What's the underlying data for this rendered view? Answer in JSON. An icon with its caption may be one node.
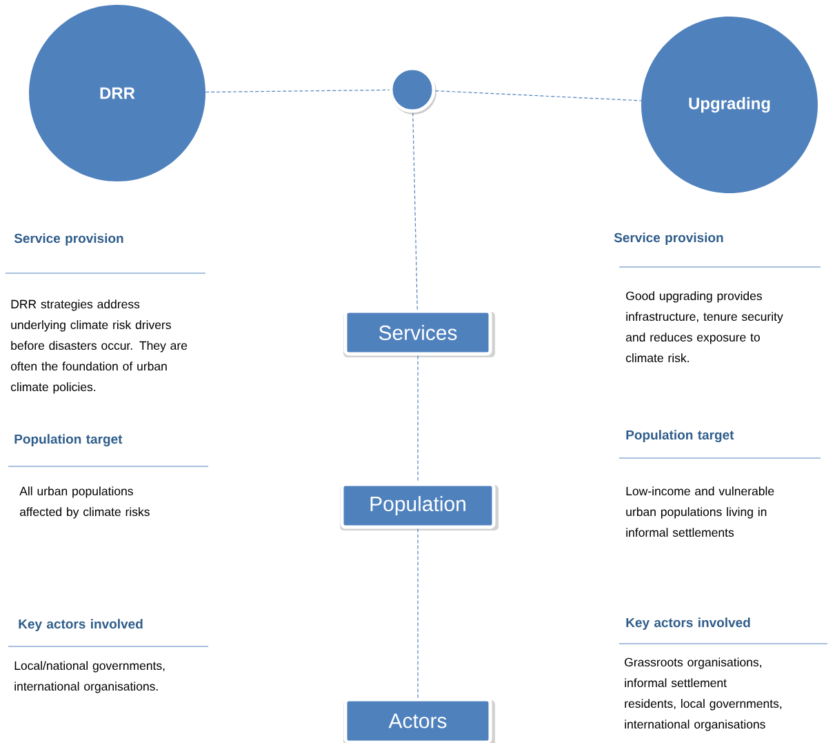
{
  "diagram": {
    "nodes": [
      {
        "text": [
          "DRR"
        ]
      },
      {
        "text": [],
        "shape": "circle"
      },
      {
        "text": [
          "Upgrading"
        ]
      },
      {
        "text": [
          "Services"
        ]
      },
      {
        "text": [
          "Population"
        ]
      },
      {
        "text": [
          "Actors"
        ]
      }
    ],
    "edges": [
      {
        "from": 0,
        "to": 1,
        "arrow": "none",
        "style": "dashed"
      },
      {
        "from": 1,
        "to": 2,
        "arrow": "none",
        "style": "dashed"
      },
      {
        "from": 1,
        "to": 3,
        "arrow": "none",
        "style": "dashed"
      },
      {
        "from": 3,
        "to": 4,
        "arrow": "none",
        "style": "dashed"
      },
      {
        "from": 4,
        "to": 5,
        "arrow": "none",
        "style": "dashed"
      }
    ],
    "labels": [
      "Service provision",
      "Service provision",
      "DRR strategies address underlying climate risk drivers before disasters occur. They are often the foundation of urban climate policies.",
      "Good upgrading provides infrastructure, tenure security and reduces exposure to climate risk.",
      "Population target",
      "Population target",
      "All urban populations affected by climate risks",
      "Low-income and vulnerable urban populations living in informal settlements",
      "Key actors involved",
      "Key actors involved",
      "Local/national governments, international organisations.",
      "Grassroots organisations, informal settlement residents, local governments, international organisations"
    ]
  }
}
